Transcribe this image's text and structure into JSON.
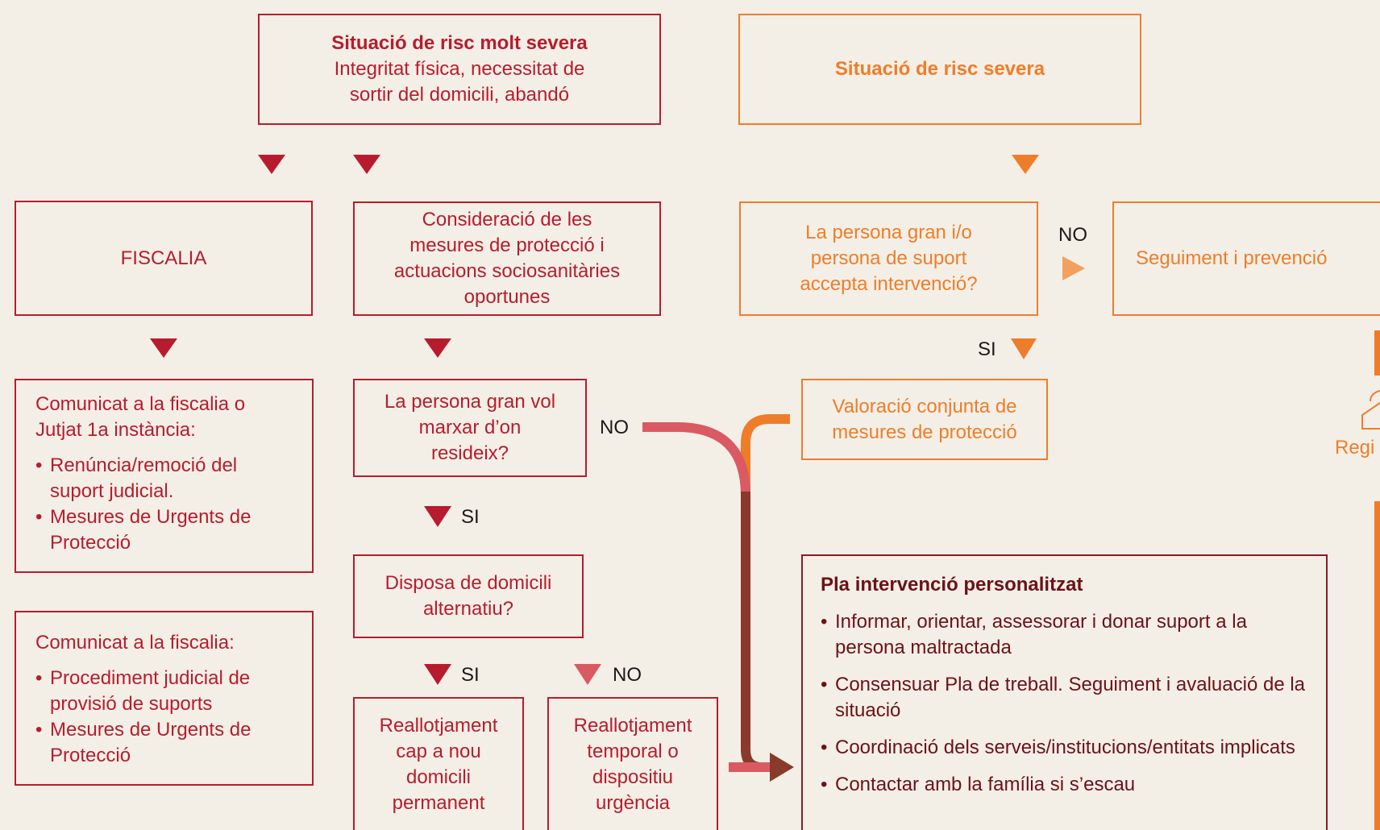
{
  "nodes": {
    "very_severe": {
      "title": "Situació de risc molt severa",
      "line1": "Integritat física, necessitat de",
      "line2": "sortir del domicili, abandó"
    },
    "severe": {
      "title": "Situació de risc severa"
    },
    "fiscalia": {
      "text": "FISCALIA"
    },
    "consideracio": {
      "line1": "Consideració de les",
      "line2": "mesures de protecció i",
      "line3": "actuacions sociosanitàries",
      "line4": "oportunes"
    },
    "accepta": {
      "line1": "La persona gran i/o",
      "line2": "persona de suport",
      "line3": "accepta intervenció?"
    },
    "seguiment": {
      "text": "Seguiment i prevenció"
    },
    "comunicat_jutjat": {
      "title": "Comunicat a la fiscalia o Jutjat 1a instància:",
      "items": [
        "Renúncia/remoció del suport judicial.",
        "Mesures de Urgents de Protecció"
      ]
    },
    "vol_marxar": {
      "line1": "La persona gran vol",
      "line2": "marxar d’on",
      "line3": "resideix?"
    },
    "valoracio": {
      "line1": "Valoració conjunta de",
      "line2": "mesures de protecció"
    },
    "domicili_alt": {
      "line1": "Disposa de domicili",
      "line2": "alternatiu?"
    },
    "comunicat_fiscalia": {
      "title": "Comunicat a la fiscalia:",
      "items": [
        "Procediment judicial de provisió de suports",
        "Mesures de Urgents de Protecció"
      ]
    },
    "pla": {
      "title": "Pla intervenció personalitzat",
      "items": [
        "Informar, orientar, assessorar i donar suport a la persona maltractada",
        "Consensuar Pla de treball. Seguiment i avaluació de la situació",
        "Coordinació dels serveis/institucions/entitats implicats",
        "Contactar amb la família si s’escau"
      ]
    },
    "reallotjament_perm": {
      "line1": "Reallotjament",
      "line2": "cap a nou",
      "line3": "domicili",
      "line4": "permanent"
    },
    "reallotjament_temp": {
      "line1": "Reallotjament",
      "line2": "temporal o",
      "line3": "dispositiu",
      "line4": "urgència"
    }
  },
  "labels": {
    "no": "NO",
    "si": "SI"
  },
  "side": {
    "partial_text": "Regi"
  },
  "icons": {
    "arrow": "triangle-down",
    "side_icon": "envelope-icon"
  },
  "colors": {
    "red": "#b71c2e",
    "orange": "#ee7d2a",
    "dark_red": "#8a1a24",
    "pink": "#d95a63",
    "bg": "#f4efe6",
    "brown_arrow": "#8a3a2a"
  }
}
